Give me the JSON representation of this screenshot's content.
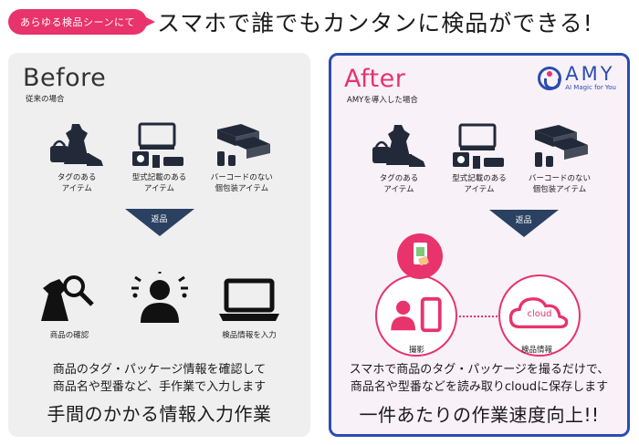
{
  "header": {
    "tag": "あらゆる検品シーンにて",
    "headline": "スマホで誰でもカンタンに検品ができる!"
  },
  "before": {
    "title": "Before",
    "subtitle": "従来の場合",
    "items": [
      {
        "icon": "dress-bag-shoe-icon",
        "caption": "タグのある\nアイテム"
      },
      {
        "icon": "appliance-icon",
        "caption": "型式記載のある\nアイテム"
      },
      {
        "icon": "package-stack-icon",
        "caption": "バーコードのない\n個包装アイテム"
      }
    ],
    "arrow_label": "返品",
    "steps": [
      {
        "icon": "inspect-icon",
        "caption": "商品の確認"
      },
      {
        "icon": "stressed-person-icon",
        "caption": ""
      },
      {
        "icon": "laptop-icon",
        "caption": "検品情報を入力"
      }
    ],
    "description_1": "商品のタグ・パッケージ情報を確認して",
    "description_2": "商品名や型番など、手作業で入力します",
    "conclusion": "手間のかかる情報入力作業"
  },
  "after": {
    "title": "After",
    "subtitle": "AMYを導入した場合",
    "logo_name": "AMY",
    "logo_sub": "AI Magic for You",
    "items": [
      {
        "icon": "dress-bag-shoe-icon",
        "caption": "タグのある\nアイテム"
      },
      {
        "icon": "appliance-icon",
        "caption": "型式記載のある\nアイテム"
      },
      {
        "icon": "package-stack-icon",
        "caption": "バーコードのない\n個包装アイテム"
      }
    ],
    "arrow_label": "返品",
    "capture_caption": "撮影",
    "cloud_label": "cloud",
    "cloud_caption": "検品情報",
    "description_1": "スマホで商品のタグ・パッケージを撮るだけで、",
    "description_2": "商品名や型番などを読み取りcloudに保存します",
    "conclusion": "一件あたりの作業速度向上!!"
  },
  "colors": {
    "accent": "#e8336d",
    "brand_blue": "#2b4db0",
    "navy": "#2b4162",
    "icon_dark": "#222a3a"
  }
}
